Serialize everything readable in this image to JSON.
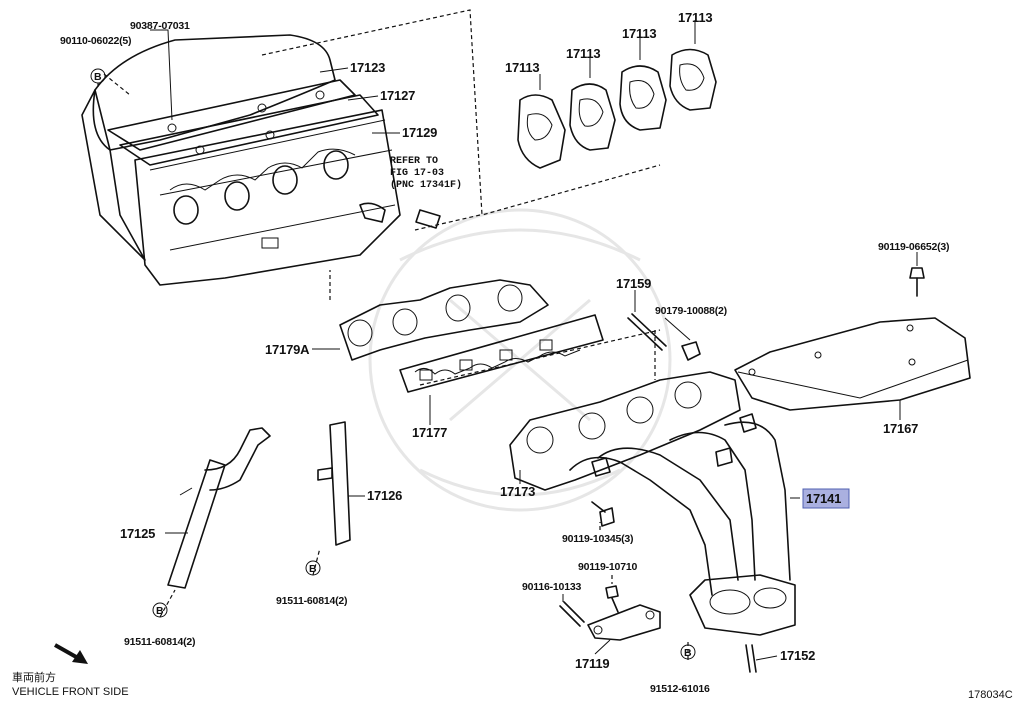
{
  "labels": {
    "heat_insulator_upper": "17123",
    "heat_insulator_mid": "17127",
    "heat_insulator_lower": "17129",
    "bolt_90110": "90110-06022(5)",
    "bolt_90387": "90387-07031",
    "refer_line1": "REFER TO",
    "refer_line2": "FIG 17-03",
    "refer_line3": "(PNC 17341F)",
    "gasket_a": "17113",
    "gasket_b": "17113",
    "gasket_c": "17113",
    "gasket_d": "17113",
    "bolt_90119_06652": "90119-06652(3)",
    "stud_17159": "17159",
    "nut_90179": "90179-10088(2)",
    "gasket_17179a": "17179A",
    "gasket_17177": "17177",
    "manifold_insulator": "17167",
    "gasket_17173": "17173",
    "exhaust_manifold": "17141",
    "bolt_90119_10345": "90119-10345(3)",
    "stay_17125": "17125",
    "stay_17126": "17126",
    "bolt_91511_a": "91511-60814(2)",
    "bolt_91511_b": "91511-60814(2)",
    "bolt_90119_10710": "90119-10710",
    "stud_90116": "90116-10133",
    "stay_17119": "17119",
    "bolt_91512": "91512-61016",
    "stud_17152": "17152",
    "front_jp": "車両前方",
    "front_en": "VEHICLE FRONT SIDE",
    "figure_code": "178034C"
  },
  "highlight_color": "#aab0e0"
}
